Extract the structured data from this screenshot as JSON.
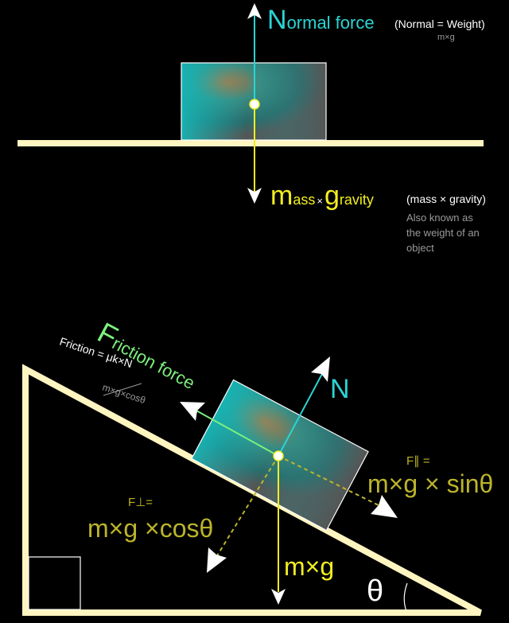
{
  "colors": {
    "background": "#000000",
    "ground": "#fff5c0",
    "normal": "#2ad4d4",
    "weight": "#f2ee22",
    "friction": "#7cf07c",
    "component": "#bcb42a",
    "white": "#ffffff",
    "gray": "#9a9a9a"
  },
  "top": {
    "normal_initial": "N",
    "normal_rest": "ormal force",
    "normal_note": "(Normal = Weight)",
    "normal_note_formula": "m×g",
    "mass_initial": "m",
    "mass_rest": "ass",
    "times": "×",
    "gravity_initial": "g",
    "gravity_rest": "ravity",
    "weight_note": "(mass × gravity)",
    "weight_desc_line1": "Also known as",
    "weight_desc_line2": "the weight of an",
    "weight_desc_line3": "object"
  },
  "incline": {
    "friction_initial": "F",
    "friction_rest": "riction force",
    "friction_formula": "Friction = μk×N",
    "friction_formula_sub": "m×g×cosθ",
    "normal_label": "N",
    "parallel_label": "F∥ =",
    "parallel_formula": "m×g × sinθ",
    "perp_label": "F⊥=",
    "perp_formula": "m×g ×cosθ",
    "weight_label": "m×g",
    "angle_label": "θ"
  }
}
